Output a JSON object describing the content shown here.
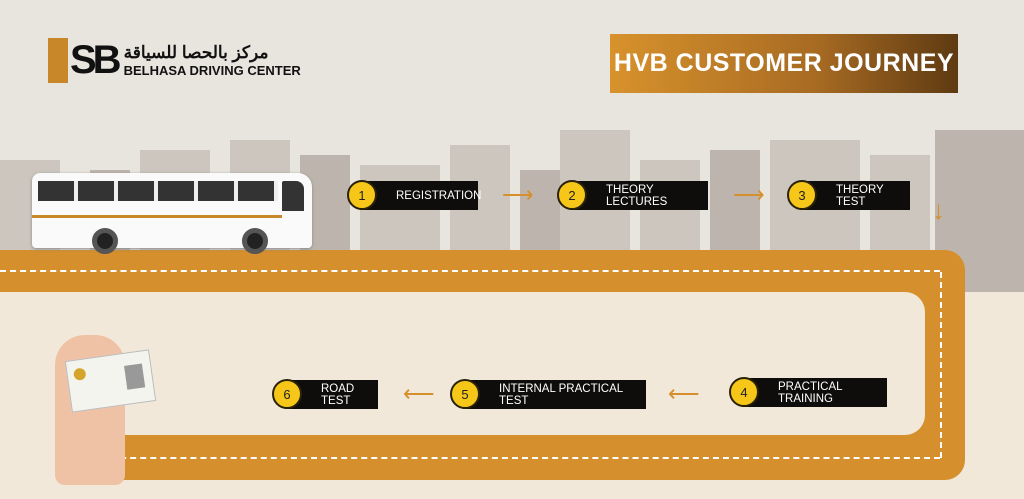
{
  "logo": {
    "monogram": "SB",
    "arabic": "مركز بالحصا للسياقة",
    "name": "BELHASA DRIVING CENTER"
  },
  "title": "HVB CUSTOMER JOURNEY",
  "steps": [
    {
      "num": "1",
      "label": "REGISTRATION"
    },
    {
      "num": "2",
      "label": "THEORY LECTURES"
    },
    {
      "num": "3",
      "label": "THEORY TEST"
    },
    {
      "num": "4",
      "label": "PRACTICAL TRAINING"
    },
    {
      "num": "5",
      "label": "INTERNAL PRACTICAL TEST"
    },
    {
      "num": "6",
      "label": "ROAD TEST"
    }
  ],
  "colors": {
    "road": "#d58f2c",
    "badge": "#f6c719",
    "box": "#0e0d0b"
  }
}
